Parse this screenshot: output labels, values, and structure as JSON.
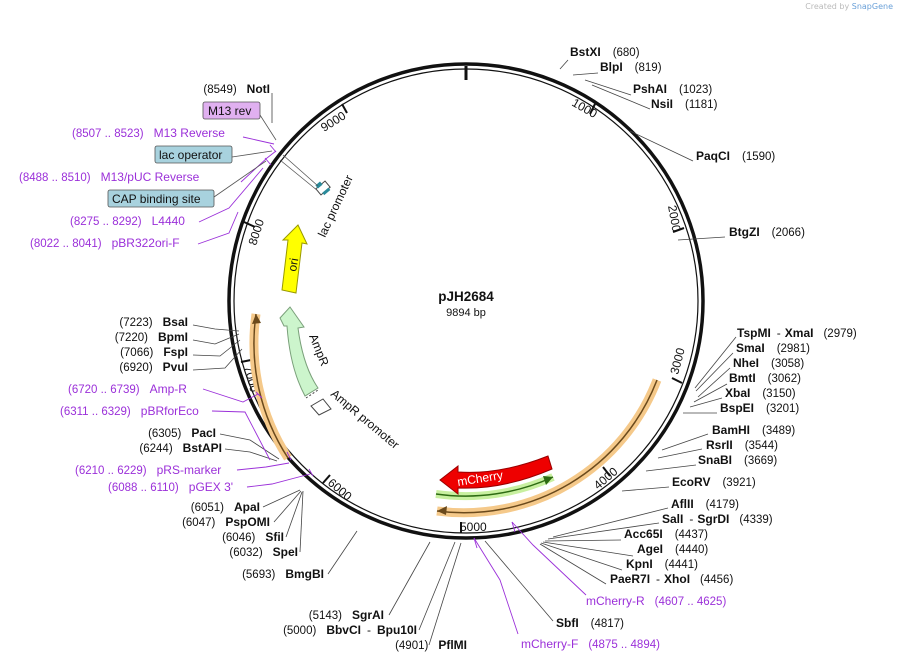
{
  "credit": {
    "prefix": "Created by",
    "brand": "SnapGene"
  },
  "plasmid": {
    "name": "pJH2684",
    "length": "9894 bp"
  },
  "ticks": [
    "1000",
    "2000",
    "3000",
    "4000",
    "5000",
    "6000",
    "7000",
    "8000",
    "9000"
  ],
  "enzymes_right": [
    {
      "name": "BstXI",
      "pos": "(680)"
    },
    {
      "name": "BlpI",
      "pos": "(819)"
    },
    {
      "name": "PshAI",
      "pos": "(1023)"
    },
    {
      "name": "NsiI",
      "pos": "(1181)"
    },
    {
      "name": "PaqCI",
      "pos": "(1590)"
    },
    {
      "name": "BtgZI",
      "pos": "(2066)"
    },
    {
      "name": "TspMI",
      "name2": "XmaI",
      "pos": "(2979)"
    },
    {
      "name": "SmaI",
      "pos": "(2981)"
    },
    {
      "name": "NheI",
      "pos": "(3058)"
    },
    {
      "name": "BmtI",
      "pos": "(3062)"
    },
    {
      "name": "XbaI",
      "pos": "(3150)"
    },
    {
      "name": "BspEI",
      "pos": "(3201)"
    },
    {
      "name": "BamHI",
      "pos": "(3489)"
    },
    {
      "name": "RsrII",
      "pos": "(3544)"
    },
    {
      "name": "SnaBI",
      "pos": "(3669)"
    },
    {
      "name": "EcoRV",
      "pos": "(3921)"
    },
    {
      "name": "AflII",
      "pos": "(4179)"
    },
    {
      "name": "SalI",
      "name2": "SgrDI",
      "pos": "(4339)"
    },
    {
      "name": "Acc65I",
      "pos": "(4437)"
    },
    {
      "name": "AgeI",
      "pos": "(4440)"
    },
    {
      "name": "KpnI",
      "pos": "(4441)"
    },
    {
      "name": "PaeR7I",
      "name2": "XhoI",
      "pos": "(4456)"
    },
    {
      "name": "SbfI",
      "pos": "(4817)"
    }
  ],
  "enzymes_left": [
    {
      "name": "NotI",
      "pos": "(8549)"
    },
    {
      "name": "BsaI",
      "pos": "(7223)"
    },
    {
      "name": "BpmI",
      "pos": "(7220)"
    },
    {
      "name": "FspI",
      "pos": "(7066)"
    },
    {
      "name": "PvuI",
      "pos": "(6920)"
    },
    {
      "name": "PacI",
      "pos": "(6305)"
    },
    {
      "name": "BstAPI",
      "pos": "(6244)"
    },
    {
      "name": "ApaI",
      "pos": "(6051)"
    },
    {
      "name": "PspOMI",
      "pos": "(6047)"
    },
    {
      "name": "SfiI",
      "pos": "(6046)"
    },
    {
      "name": "SpeI",
      "pos": "(6032)"
    },
    {
      "name": "BmgBI",
      "pos": "(5693)"
    },
    {
      "name": "SgrAI",
      "pos": "(5143)"
    },
    {
      "name": "BbvCI",
      "name2": "Bpu10I",
      "pos": "(5000)"
    },
    {
      "name": "PflMI",
      "pos": "(4901)"
    }
  ],
  "primers": [
    {
      "name": "M13 Reverse",
      "range": "(8507 .. 8523)"
    },
    {
      "name": "M13/pUC Reverse",
      "range": "(8488 .. 8510)"
    },
    {
      "name": "L4440",
      "range": "(8275 .. 8292)"
    },
    {
      "name": "pBR322ori-F",
      "range": "(8022 .. 8041)"
    },
    {
      "name": "Amp-R",
      "range": "(6720 .. 6739)"
    },
    {
      "name": "pBRforEco",
      "range": "(6311 .. 6329)"
    },
    {
      "name": "pRS-marker",
      "range": "(6210 .. 6229)"
    },
    {
      "name": "pGEX 3'",
      "range": "(6088 .. 6110)"
    },
    {
      "name": "mCherry-R",
      "range": "(4607 .. 4625)"
    },
    {
      "name": "mCherry-F",
      "range": "(4875 .. 4894)"
    }
  ],
  "boxed_features": [
    "M13 rev",
    "lac operator",
    "CAP binding site"
  ],
  "features": {
    "ori": "ori",
    "ampr": "AmpR",
    "ampr_promoter": "AmpR promoter",
    "lac_promoter": "lac promoter",
    "mcherry": "mCherry"
  },
  "colors": {
    "enzyme": "#000000",
    "primer": "#9b30d9",
    "ori": "#ffff00",
    "ampr": "#ccf5cc",
    "mcherry": "#ee0000",
    "orange": "#f5c98a",
    "m13_box": "#e0b0f0",
    "blue_box": "#a8d2de"
  }
}
